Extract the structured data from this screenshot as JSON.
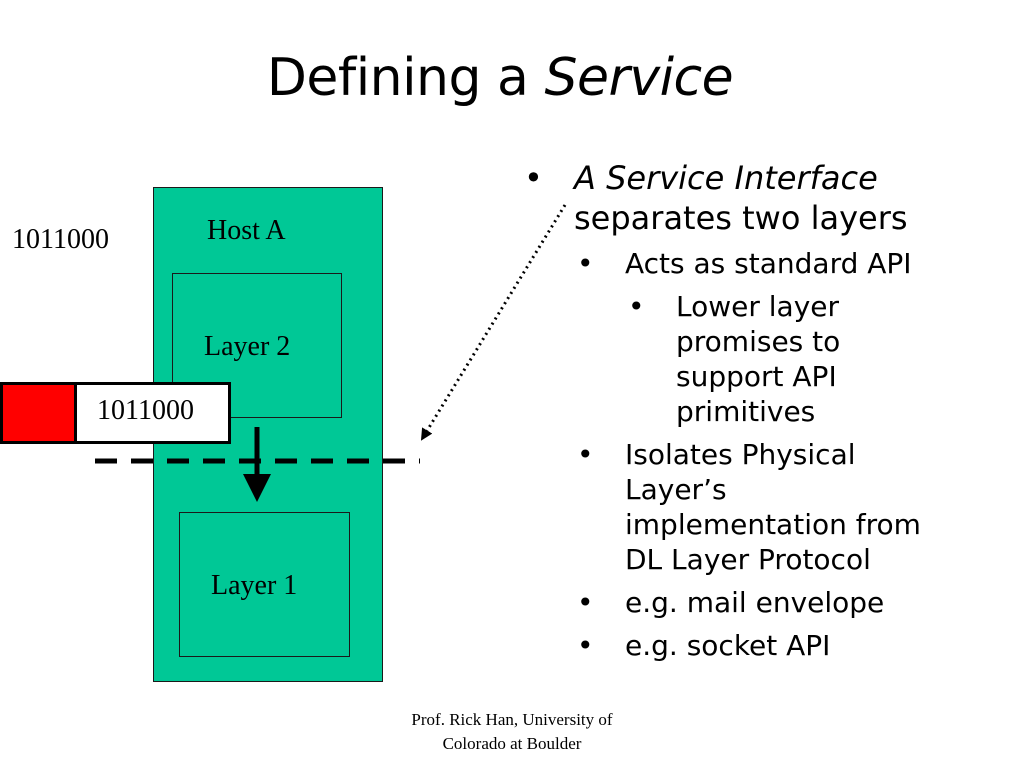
{
  "title": {
    "prefix": "Defining a ",
    "emphasis": "Service"
  },
  "diagram": {
    "host_label": "Host A",
    "layer2_label": "Layer 2",
    "layer1_label": "Layer 1",
    "top_bits": "1011000",
    "frame_bits": "1011000",
    "colors": {
      "host": "#00c896",
      "frame_header": "#ff0000"
    }
  },
  "bullets": {
    "main_em": "A Service Interface",
    "main_rest": "separates two layers",
    "sub1": "Acts as standard API",
    "subsub1": "Lower layer promises to support API primitives",
    "sub2": "Isolates Physical Layer’s implementation from DL Layer Protocol",
    "sub3": "e.g. mail envelope",
    "sub4": "e.g. socket API"
  },
  "footer": {
    "line1": "Prof. Rick Han, University of",
    "line2": "Colorado at Boulder"
  }
}
